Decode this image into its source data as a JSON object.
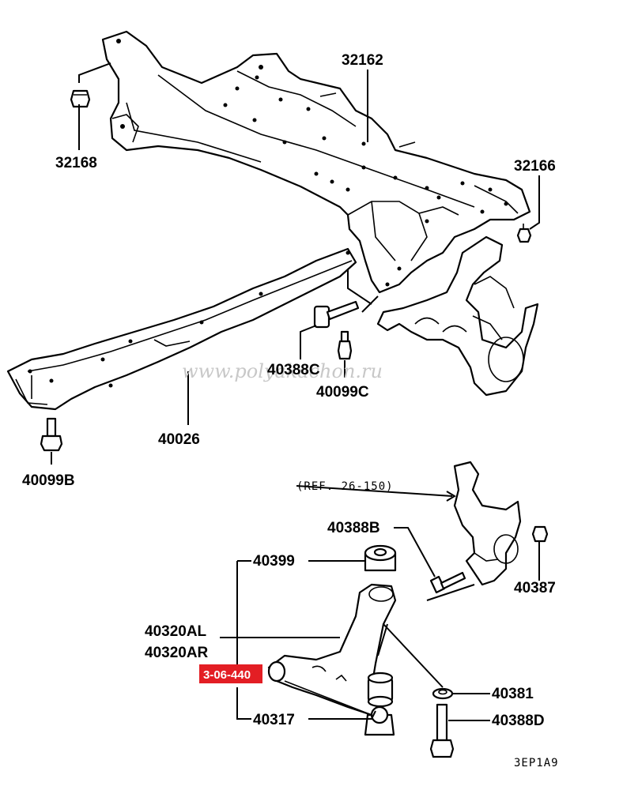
{
  "diagram": {
    "watermark": "www.polyakachon.ru",
    "drawing_code": "3EP1A9",
    "reference": "(REF. 26-150)",
    "highlight_color": "#e31e24",
    "highlight_label": "3-06-440",
    "labels": {
      "p32162": "32162",
      "p32168": "32168",
      "p32166": "32166",
      "p40388c": "40388C",
      "p40099c": "40099C",
      "p40026": "40026",
      "p40099b": "40099B",
      "p40388b": "40388B",
      "p40399": "40399",
      "p40387": "40387",
      "p40320al": "40320AL",
      "p40320ar": "40320AR",
      "p40381": "40381",
      "p40317": "40317",
      "p40388d": "40388D"
    }
  }
}
